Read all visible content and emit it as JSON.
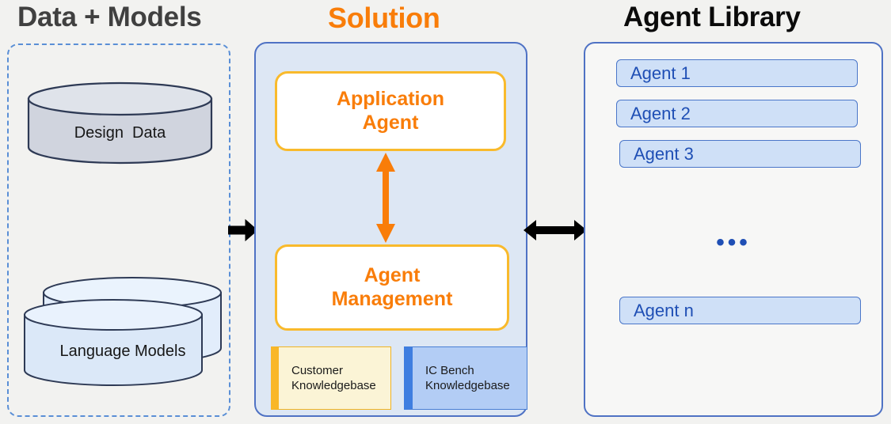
{
  "columns": {
    "data_models": {
      "title": "Data + Models",
      "title_color": "#404040",
      "items": [
        {
          "label": "Design  Data",
          "shape": "cylinder",
          "fill": "#d0d4de",
          "stroke": "#2e3a55"
        },
        {
          "label": "Language Models",
          "shape": "stacked-cylinder",
          "fill": "#dbe8f8",
          "stroke": "#2e3a55"
        }
      ]
    },
    "solution": {
      "title": "Solution",
      "title_color": "#f97d09",
      "panel_fill": "#dde7f4",
      "panel_border": "#4f72c4",
      "boxes": [
        {
          "label": "Application\nAgent",
          "fill": "#ffffff",
          "border": "#f9ba2c",
          "text_color": "#f97d09"
        },
        {
          "label": "Agent\nManagement",
          "fill": "#ffffff",
          "border": "#f9ba2c",
          "text_color": "#f97d09"
        }
      ],
      "knowledgebases": [
        {
          "label": "Customer\nKnowledgebase",
          "fill": "#fbf4d6",
          "accent": "#f9b728"
        },
        {
          "label": "IC Bench\nKnowledgebase",
          "fill": "#b3cdf5",
          "accent": "#3f7ee0"
        }
      ],
      "internal_arrow": {
        "name": "vertical-double-arrow",
        "color": "#f97d09"
      }
    },
    "agent_library": {
      "title": "Agent Library",
      "title_color": "#0b0b0b",
      "panel_fill": "#f7f7f6",
      "panel_border": "#4f72c4",
      "agents": [
        {
          "label": "Agent 1"
        },
        {
          "label": "Agent 2"
        },
        {
          "label": "Agent 3"
        },
        {
          "label": "Agent n"
        }
      ],
      "ellipsis": "•••",
      "item_fill": "#cfe0f7",
      "item_border": "#4a76c9",
      "item_text_color": "#1f4fb5"
    }
  },
  "connectors": [
    {
      "name": "data-to-solution",
      "direction": "right",
      "color": "#000000"
    },
    {
      "name": "solution-to-library",
      "direction": "both",
      "color": "#000000"
    }
  ]
}
